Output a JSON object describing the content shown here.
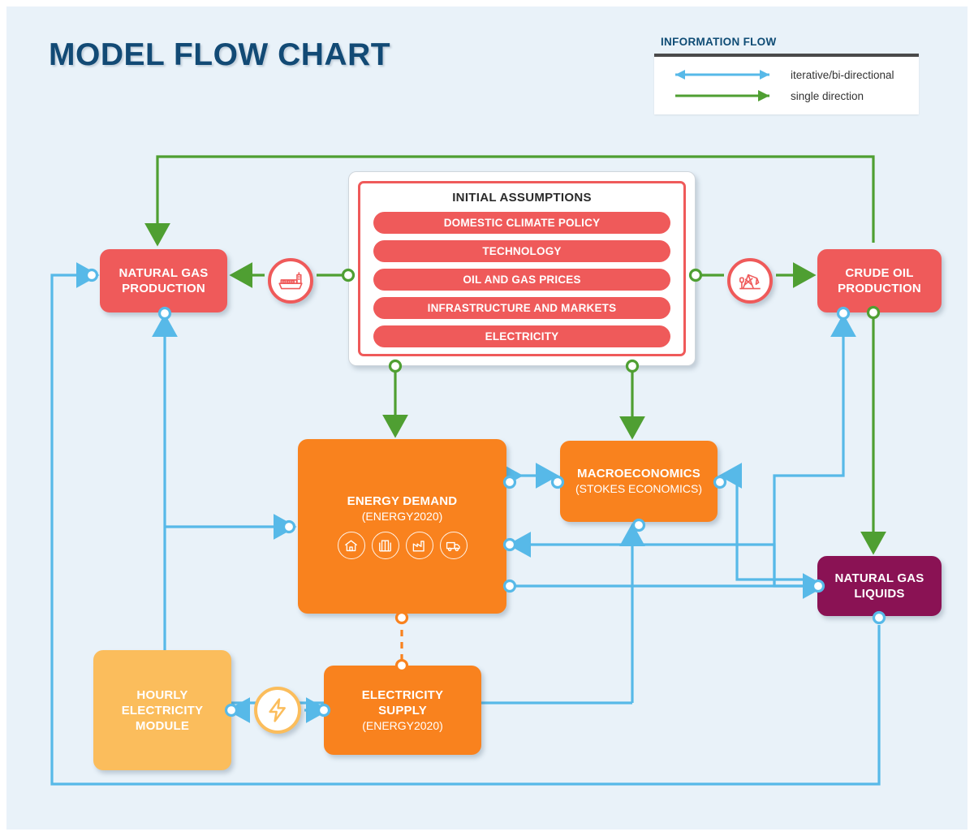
{
  "page": {
    "title": "MODEL FLOW CHART",
    "background_color": "#e9f2f9",
    "title_color": "#124A75"
  },
  "legend": {
    "title": "INFORMATION FLOW",
    "items": [
      {
        "label": "iterative/bi-directional",
        "style": "bi-directional",
        "color": "#57B9E8"
      },
      {
        "label": "single direction",
        "style": "single-direction",
        "color": "#4F9F32"
      }
    ]
  },
  "assumptions": {
    "title": "INITIAL ASSUMPTIONS",
    "color": "#ef5a5a",
    "items": [
      "DOMESTIC CLIMATE POLICY",
      "TECHNOLOGY",
      "OIL AND GAS PRICES",
      "INFRASTRUCTURE AND MARKETS",
      "ELECTRICITY"
    ]
  },
  "nodes": {
    "natural_gas_production": {
      "title": "NATURAL GAS",
      "title2": "PRODUCTION",
      "color": "#ef5a5a"
    },
    "crude_oil_production": {
      "title": "CRUDE OIL",
      "title2": "PRODUCTION",
      "color": "#ef5a5a"
    },
    "energy_demand": {
      "title": "ENERGY DEMAND",
      "subtitle": "(ENERGY2020)",
      "color": "#f9821e",
      "sector_icons": [
        "residential-house-icon",
        "commercial-building-icon",
        "industrial-factory-icon",
        "transportation-truck-icon"
      ]
    },
    "macroeconomics": {
      "title": "MACROECONOMICS",
      "subtitle": "(STOKES ECONOMICS)",
      "color": "#f9821e"
    },
    "natural_gas_liquids": {
      "title": "NATURAL GAS",
      "title2": "LIQUIDS",
      "color": "#8a1254"
    },
    "hourly_electricity_module": {
      "title": "HOURLY",
      "title2": "ELECTRICITY",
      "title3": "MODULE",
      "color": "#fbbd5c"
    },
    "electricity_supply": {
      "title": "ELECTRICITY",
      "title2": "SUPPLY",
      "subtitle": "(ENERGY2020)",
      "color": "#f9821e"
    }
  },
  "badges": {
    "ship": "lng-tanker-ship-icon",
    "pump": "oil-pumpjack-icon",
    "bolt": "lightning-bolt-icon"
  },
  "chart_data": {
    "type": "diagram",
    "title": "MODEL FLOW CHART",
    "nodes": [
      "NATURAL GAS PRODUCTION",
      "CRUDE OIL PRODUCTION",
      "INITIAL ASSUMPTIONS",
      "ENERGY DEMAND (ENERGY2020)",
      "MACROECONOMICS (STOKES ECONOMICS)",
      "NATURAL GAS LIQUIDS",
      "HOURLY ELECTRICITY MODULE",
      "ELECTRICITY SUPPLY (ENERGY2020)"
    ],
    "edges": [
      {
        "from": "INITIAL ASSUMPTIONS",
        "to": "NATURAL GAS PRODUCTION",
        "type": "single direction",
        "color": "#4F9F32"
      },
      {
        "from": "INITIAL ASSUMPTIONS",
        "to": "CRUDE OIL PRODUCTION",
        "type": "single direction",
        "color": "#4F9F32"
      },
      {
        "from": "INITIAL ASSUMPTIONS",
        "to": "ENERGY DEMAND (ENERGY2020)",
        "type": "single direction",
        "color": "#4F9F32"
      },
      {
        "from": "INITIAL ASSUMPTIONS",
        "to": "MACROECONOMICS (STOKES ECONOMICS)",
        "type": "single direction",
        "color": "#4F9F32"
      },
      {
        "from": "CRUDE OIL PRODUCTION",
        "to": "NATURAL GAS PRODUCTION",
        "type": "single direction",
        "color": "#4F9F32"
      },
      {
        "from": "CRUDE OIL PRODUCTION",
        "to": "NATURAL GAS LIQUIDS",
        "type": "single direction",
        "color": "#4F9F32"
      },
      {
        "from": "ENERGY DEMAND (ENERGY2020)",
        "to": "MACROECONOMICS (STOKES ECONOMICS)",
        "type": "iterative/bi-directional",
        "color": "#57B9E8"
      },
      {
        "from": "NATURAL GAS LIQUIDS",
        "to": "MACROECONOMICS (STOKES ECONOMICS)",
        "type": "iterative/bi-directional",
        "color": "#57B9E8"
      },
      {
        "from": "NATURAL GAS LIQUIDS",
        "to": "ENERGY DEMAND (ENERGY2020)",
        "type": "iterative/bi-directional",
        "color": "#57B9E8"
      },
      {
        "from": "NATURAL GAS LIQUIDS",
        "to": "CRUDE OIL PRODUCTION",
        "type": "iterative/bi-directional",
        "color": "#57B9E8"
      },
      {
        "from": "NATURAL GAS LIQUIDS",
        "to": "NATURAL GAS PRODUCTION",
        "type": "iterative/bi-directional",
        "color": "#57B9E8"
      },
      {
        "from": "NATURAL GAS PRODUCTION",
        "to": "ENERGY DEMAND (ENERGY2020)",
        "type": "iterative/bi-directional",
        "color": "#57B9E8"
      },
      {
        "from": "ELECTRICITY SUPPLY (ENERGY2020)",
        "to": "MACROECONOMICS (STOKES ECONOMICS)",
        "type": "iterative/bi-directional",
        "color": "#57B9E8"
      },
      {
        "from": "HOURLY ELECTRICITY MODULE",
        "to": "ELECTRICITY SUPPLY (ENERGY2020)",
        "type": "iterative/bi-directional",
        "color": "#57B9E8"
      },
      {
        "from": "ELECTRICITY SUPPLY (ENERGY2020)",
        "to": "ENERGY DEMAND (ENERGY2020)",
        "type": "dashed-link",
        "color": "#f9821e"
      }
    ]
  }
}
